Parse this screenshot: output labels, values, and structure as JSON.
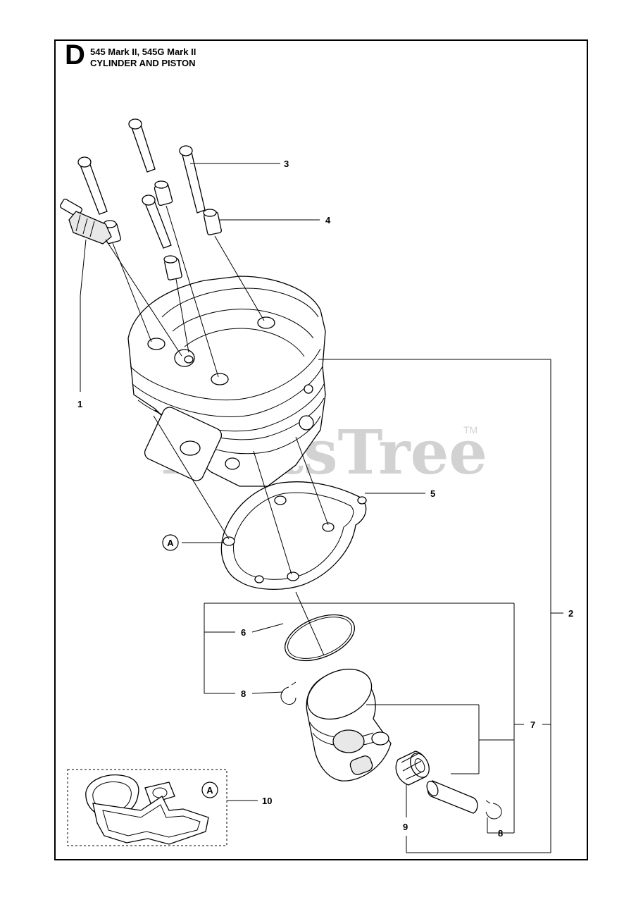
{
  "header": {
    "section_letter": "D",
    "title_line1": "545 Mark II, 545G Mark II",
    "title_line2": "CYLINDER AND PISTON"
  },
  "watermark": {
    "text": "PartsTree",
    "tm": "TM"
  },
  "callouts": {
    "c1": "1",
    "c2": "2",
    "c3": "3",
    "c4": "4",
    "c5": "5",
    "c6": "6",
    "c7": "7",
    "c8a": "8",
    "c8b": "8",
    "c9": "9",
    "c10": "10",
    "refA1": "A",
    "refA2": "A"
  }
}
